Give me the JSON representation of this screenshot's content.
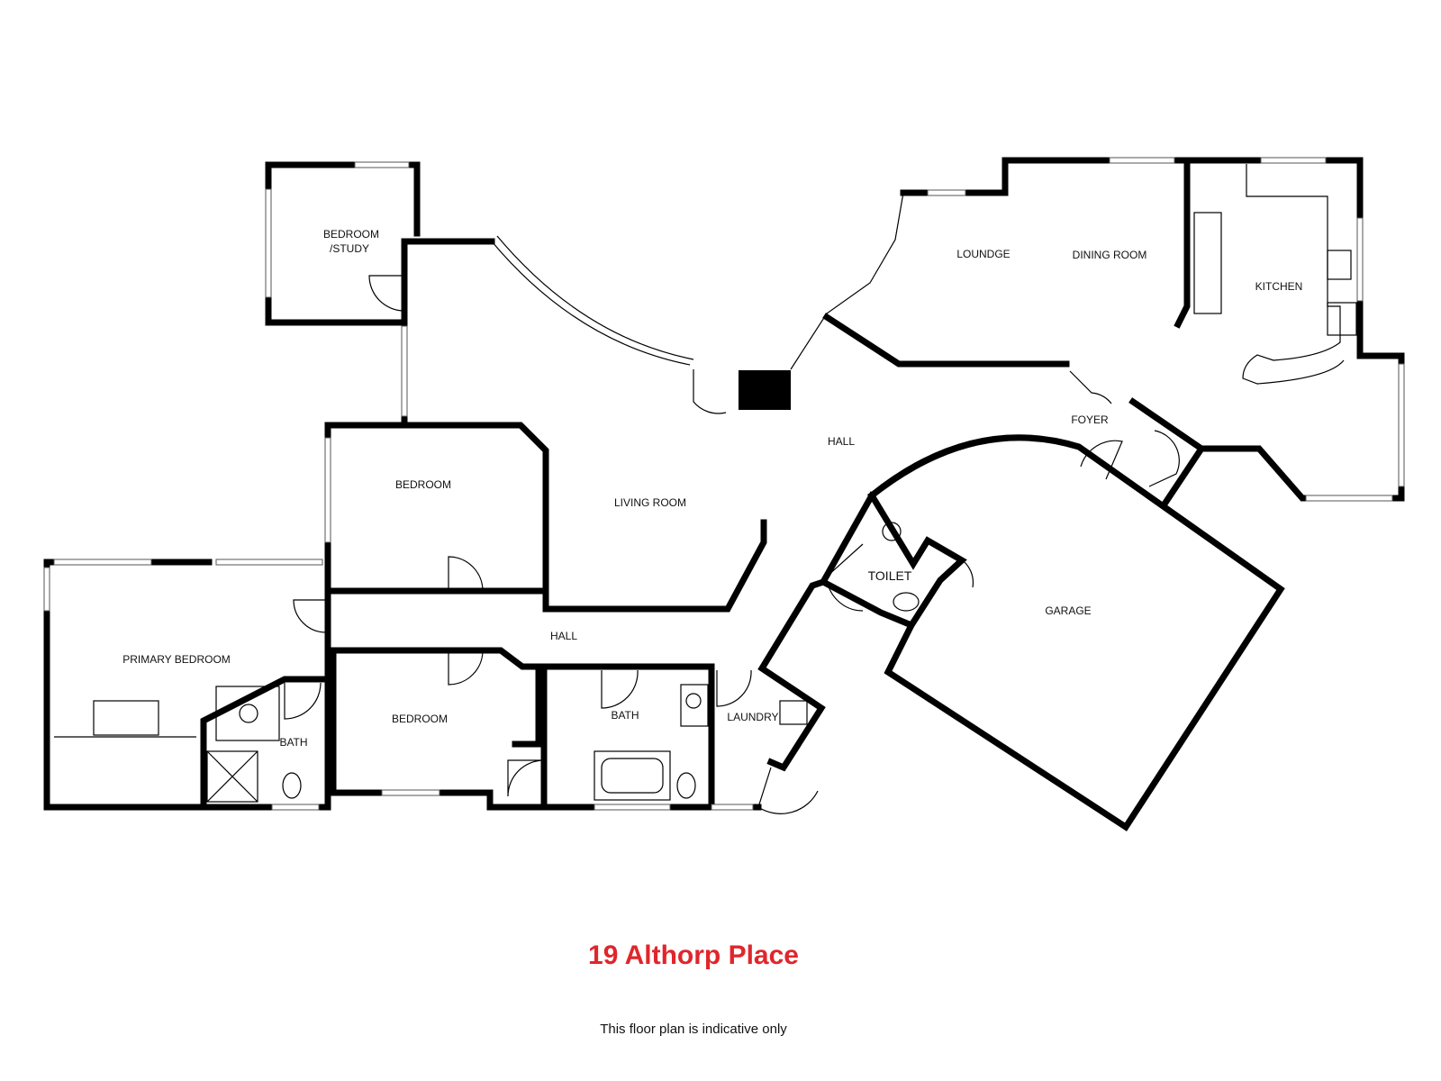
{
  "rooms": {
    "bedroom_study_1": "BEDROOM",
    "bedroom_study_2": "/STUDY",
    "lounge": "LOUNDGE",
    "dining": "DINING ROOM",
    "kitchen": "KITCHEN",
    "living": "LIVING ROOM",
    "hall_main": "HALL",
    "foyer": "FOYER",
    "bedroom_mid": "BEDROOM",
    "toilet": "TOILET",
    "garage": "GARAGE",
    "primary_bedroom": "PRIMARY BEDROOM",
    "hall_lower": "HALL",
    "bedroom_lower": "BEDROOM",
    "bath_ensuite": "BATH",
    "bath_main": "BATH",
    "laundry": "LAUNDRY"
  },
  "title": "19 Althorp Place",
  "note": "This floor plan is indicative only"
}
